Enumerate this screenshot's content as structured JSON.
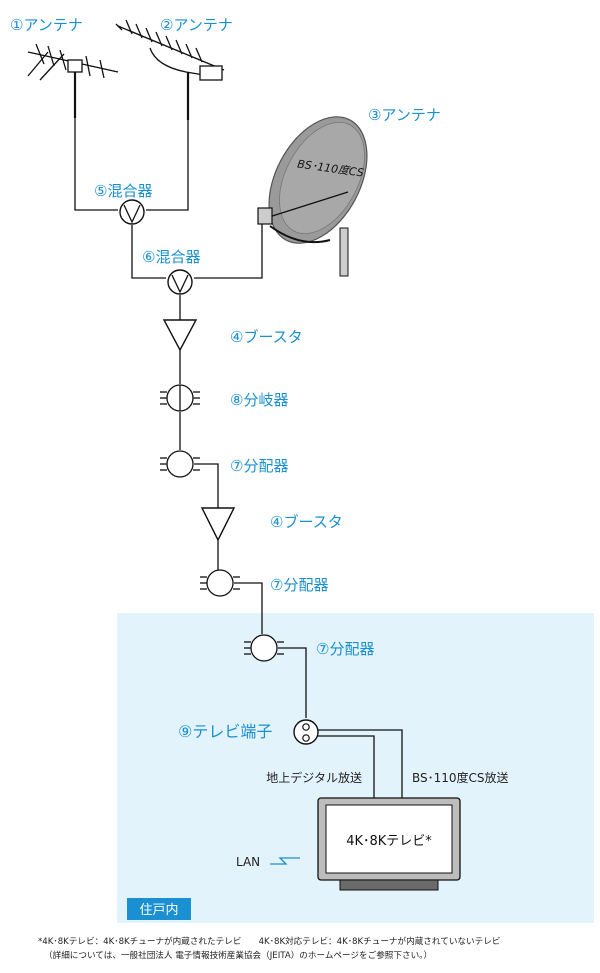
{
  "labels": {
    "antenna1": "①アンテナ",
    "antenna2": "②アンテナ",
    "antenna3": "③アンテナ",
    "dish_text": "BS･110度CS",
    "mixer5": "⑤混合器",
    "mixer6": "⑥混合器",
    "booster4a": "④ブースタ",
    "brancher8": "⑧分岐器",
    "divider7a": "⑦分配器",
    "booster4b": "④ブースタ",
    "divider7b": "⑦分配器",
    "divider7c": "⑦分配器",
    "tv_terminal9": "⑨テレビ端子",
    "terrestrial": "地上デジタル放送",
    "bs_cs": "BS･110度CS放送",
    "tv_screen": "4K･8Kテレビ*",
    "lan": "LAN",
    "indoor": "住戸内"
  },
  "footnote": {
    "line1": "*4K･8Kテレビ：4K･8Kチューナが内蔵されたテレビ　　4K･8K対応テレビ：4K･8Kチューナが内蔵されていないテレビ",
    "line2": "（詳細については、一般社団法人 電子情報技術産業協会（JEITA）のホームページをご参照下さい。）"
  },
  "colors": {
    "label_blue": "#1a8fd1",
    "indoor_bg": "#e3f3fb",
    "indoor_tag_bg": "#1a8fd1",
    "dish_gray": "#9a9a9a",
    "line": "#111111"
  }
}
